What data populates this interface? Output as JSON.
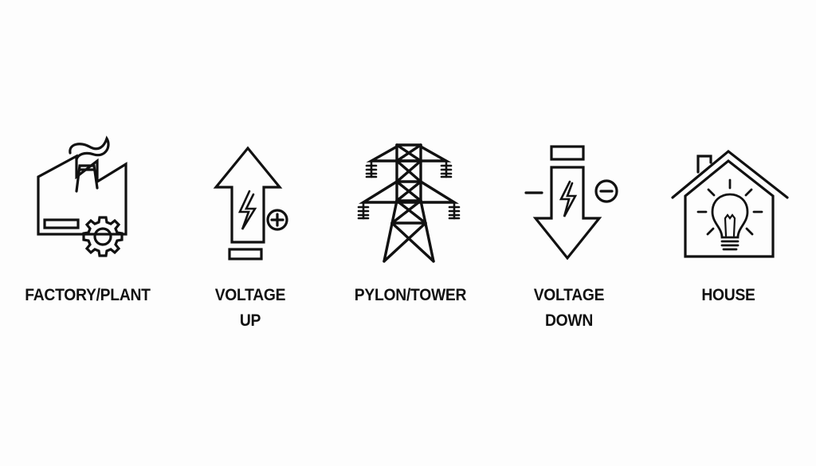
{
  "diagram": {
    "type": "power-distribution-flow",
    "stroke_color": "#111111",
    "background": "#fdfdfd",
    "items": [
      {
        "id": "factory",
        "icon": "factory-icon",
        "label_lines": [
          "FACTORY/PLANT"
        ]
      },
      {
        "id": "voltage-up",
        "icon": "voltage-up-icon",
        "label_lines": [
          "VOLTAGE",
          "UP"
        ]
      },
      {
        "id": "pylon",
        "icon": "pylon-icon",
        "label_lines": [
          "PYLON/TOWER"
        ]
      },
      {
        "id": "voltage-down",
        "icon": "voltage-down-icon",
        "label_lines": [
          "VOLTAGE",
          "DOWN"
        ]
      },
      {
        "id": "house",
        "icon": "house-icon",
        "label_lines": [
          "HOUSE"
        ]
      }
    ]
  }
}
